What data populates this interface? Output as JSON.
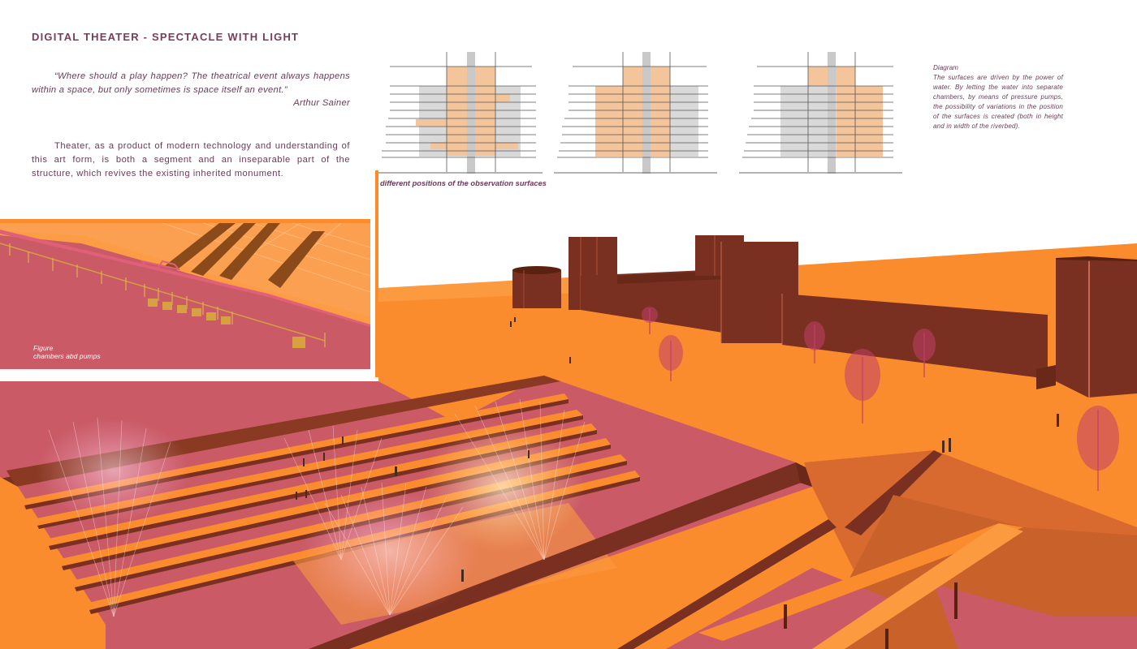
{
  "title": "DIGITAL THEATER - SPECTACLE WITH LIGHT",
  "quote": {
    "text": "“Where should a play happen? The theatrical event always happens within a space, but only sometimes is space itself an event.”",
    "author": "Arthur Sainer"
  },
  "body": "Theater, as a product of modern technology and understanding of this art form, is both a segment and an inseparable part of the structure, which revives the existing inherited monument.",
  "diagrams": {
    "caption": "different positions of the observation surfaces"
  },
  "diagram_note": {
    "heading": "Diagram",
    "text": "The surfaces are driven by the power of water. By letting the water into separate chambers, by means of pressure pumps, the possibility of variations in the position of the surfaces is created (both in height and in width of the riverbed)."
  },
  "figure": {
    "heading": "Figure",
    "text": "chambers abd pumps"
  },
  "colors": {
    "orange": "#fb8c2e",
    "dark_orange": "#c8612a",
    "wall_brown": "#7a3020",
    "pink_floor": "#c95a66",
    "title_purple": "#7a3c5c",
    "section_fill": "#f4c49a",
    "section_grey": "#d9d9d9"
  }
}
